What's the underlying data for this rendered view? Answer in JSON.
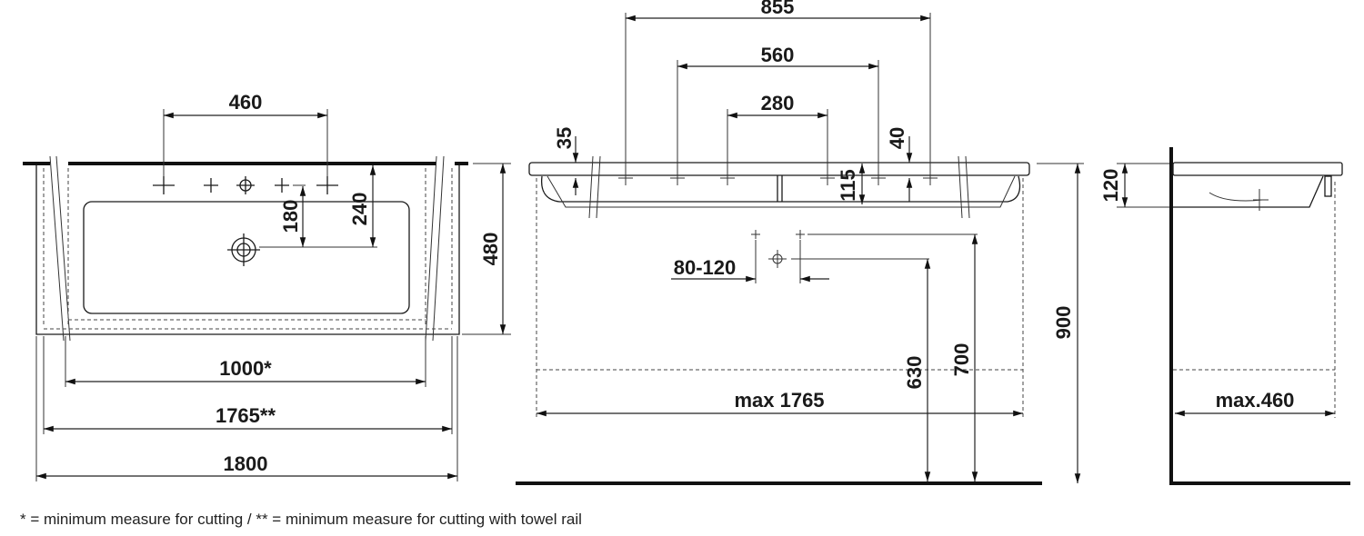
{
  "drawing": {
    "top_view": {
      "dim_tap_holes": "460",
      "dim_drain_to_holes": "180",
      "dim_drain_from_back": "240",
      "dim_depth": "480",
      "dim_min_cut": "1000*",
      "dim_min_cut_rail": "1765**",
      "dim_width": "1800"
    },
    "front_view": {
      "dim_outer_holes": "855",
      "dim_middle_holes": "560",
      "dim_inner_holes": "280",
      "dim_left_edge": "35",
      "dim_right_edge": "40",
      "dim_thickness": "115",
      "dim_trap": "80-120",
      "dim_waste_height": "630",
      "dim_supply_height": "700",
      "dim_max_width": "max 1765",
      "dim_install_height": "900"
    },
    "side_view": {
      "dim_height": "120",
      "dim_max_depth": "max.460"
    }
  },
  "footnote": "* = minimum measure for cutting / ** = minimum measure for cutting with towel rail"
}
